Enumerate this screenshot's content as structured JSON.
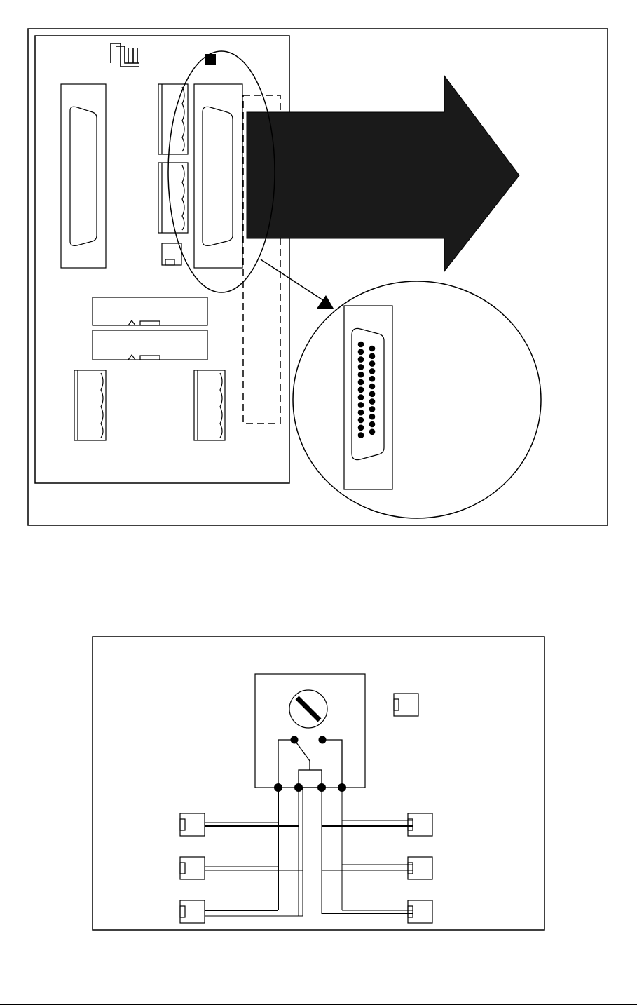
{
  "page": {
    "background": "#ffffff",
    "stroke": "#000000",
    "arrow_fill": "#1a1a1a"
  },
  "figure_1": {
    "connectors": {
      "large_dsub_count": 2,
      "terminal_blocks": 4,
      "ribbon_headers": 2
    },
    "zoom_view": {
      "connector_type": "25-pin D-sub",
      "pins_row_a": 13,
      "pins_row_b": 12
    },
    "icons": [
      "logo-icon",
      "pin1-marker-icon",
      "zoom-callout-icon",
      "signal-arrow-icon"
    ]
  },
  "figure_2": {
    "icons": [
      "rotary-switch-icon",
      "rj-jack-icon"
    ],
    "left_jacks": 3,
    "right_jacks": 3,
    "bus_nodes": 4
  }
}
